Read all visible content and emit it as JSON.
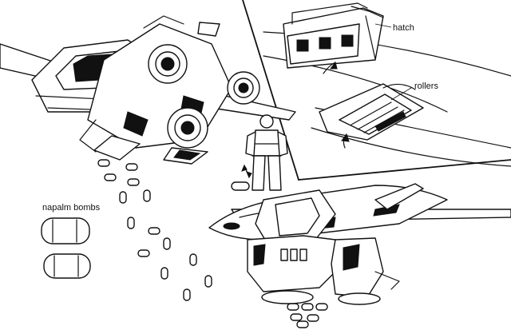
{
  "labels": {
    "hatch": "hatch",
    "rollers": "rollers",
    "napalm_bombs": "napalm bombs"
  },
  "icons": {
    "illustration": "mecha-fighter-dropping-napalm-bombs-line-art"
  },
  "colors": {
    "ink": "#111111",
    "paper": "#ffffff"
  }
}
